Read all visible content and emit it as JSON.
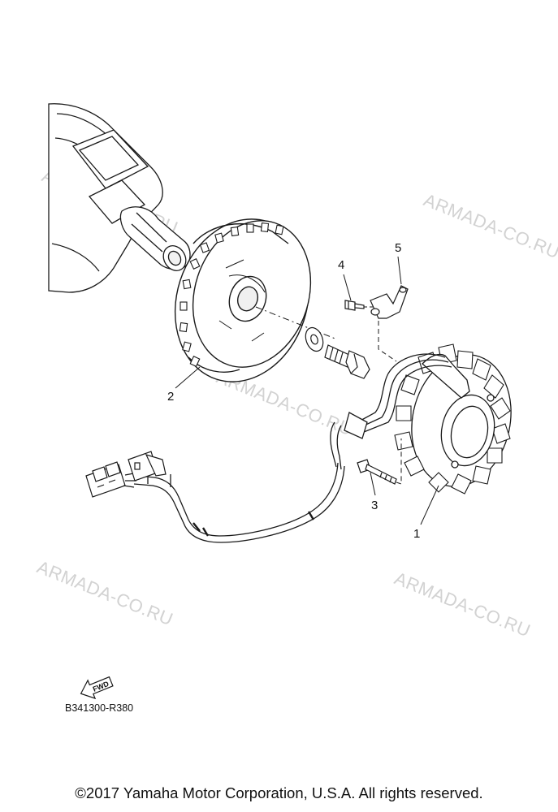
{
  "watermarks": [
    "ARMADA-CO.RU",
    "ARMADA-CO.RU",
    "ARMADA-CO.RU",
    "ARMADA-CO.RU",
    "ARMADA-CO.RU"
  ],
  "callouts": [
    "1",
    "2",
    "3",
    "4",
    "5"
  ],
  "fwd_label": "FWD",
  "diagram_code": "B341300-R380",
  "copyright": "©2017 Yamaha Motor Corporation, U.S.A. All rights reserved.",
  "parts": [
    {
      "ref": "1",
      "part": "stator-coil-assembly",
      "icon": "stator-icon"
    },
    {
      "ref": "2",
      "part": "rotor-flywheel",
      "icon": "flywheel-icon"
    },
    {
      "ref": "3",
      "part": "stator-bolt",
      "icon": "bolt-icon"
    },
    {
      "ref": "4",
      "part": "clamp-screw",
      "icon": "screw-icon"
    },
    {
      "ref": "5",
      "part": "lead-wire-clamp",
      "icon": "clamp-icon"
    }
  ]
}
